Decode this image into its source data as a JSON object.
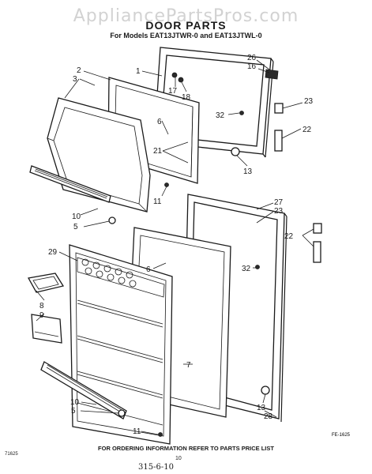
{
  "watermark": "AppliancePartsPros.com",
  "title": "DOOR PARTS",
  "subtitle": "For Models EAT13JTWR-0 and EAT13JTWL-0",
  "footnote": "FOR ORDERING INFORMATION REFER TO PARTS PRICE LIST",
  "figure_code": "FE-1625",
  "corner_code": "71625",
  "page_number": "10",
  "handwritten_note": "315-6-10",
  "callouts": [
    "1",
    "2",
    "3",
    "5",
    "5",
    "6",
    "6",
    "7",
    "8",
    "9",
    "10",
    "10",
    "11",
    "11",
    "13",
    "13",
    "16",
    "17",
    "18",
    "21",
    "22",
    "22",
    "23",
    "23",
    "26",
    "27",
    "28",
    "29",
    "32",
    "32"
  ]
}
